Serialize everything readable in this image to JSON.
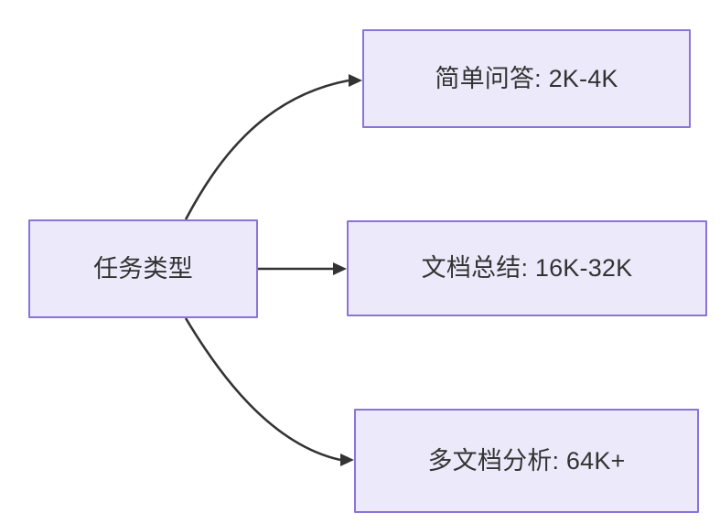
{
  "diagram": {
    "type": "flowchart",
    "orientation": "left-to-right",
    "background_color": "#ffffff",
    "node_fill_color": "#ECEAFA",
    "node_border_color": "#8B74D9",
    "text_color": "#333333",
    "edge_color": "#333333",
    "nodes": [
      {
        "id": "root",
        "label": "任务类型",
        "role": "source"
      },
      {
        "id": "simple-qa",
        "label": "简单问答: 2K-4K",
        "role": "target"
      },
      {
        "id": "doc-summary",
        "label": "文档总结: 16K-32K",
        "role": "target"
      },
      {
        "id": "multi-doc",
        "label": "多文档分析: 64K+",
        "role": "target"
      }
    ],
    "edges": [
      {
        "id": "edge-root-simple-qa",
        "from": "root",
        "to": "simple-qa",
        "label": "",
        "style": "curved"
      },
      {
        "id": "edge-root-doc-summary",
        "from": "root",
        "to": "doc-summary",
        "label": "",
        "style": "straight"
      },
      {
        "id": "edge-root-multi-doc",
        "from": "root",
        "to": "multi-doc",
        "label": "",
        "style": "curved"
      }
    ]
  }
}
